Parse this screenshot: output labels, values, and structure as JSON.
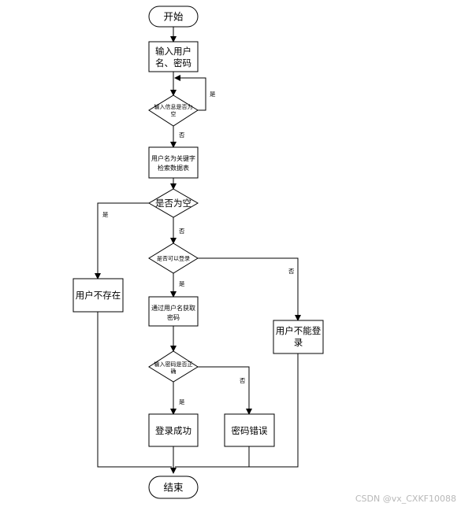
{
  "nodes": {
    "start": "开始",
    "input": [
      "输入用户",
      "名、密码"
    ],
    "check_empty_input": [
      "输入信息是否为",
      "空"
    ],
    "search_db": [
      "用户名为关键字",
      "检索数据表"
    ],
    "is_empty": "是否为空",
    "user_not_exist": "用户不存在",
    "can_login": "是否可以登录",
    "get_password": [
      "通过用户名获取",
      "密码"
    ],
    "cannot_login": [
      "用户不能登",
      "录"
    ],
    "password_correct": [
      "输入密码是否正",
      "确"
    ],
    "login_success": "登录成功",
    "password_error": "密码错误",
    "end": "结束"
  },
  "edge_labels": {
    "input_empty_yes": "是",
    "input_empty_no": "否",
    "is_empty_yes": "是",
    "is_empty_no": "否",
    "can_login_yes": "是",
    "can_login_no": "否",
    "password_yes": "是",
    "password_no": "否"
  },
  "watermark": "CSDN @vx_CXKF10088"
}
